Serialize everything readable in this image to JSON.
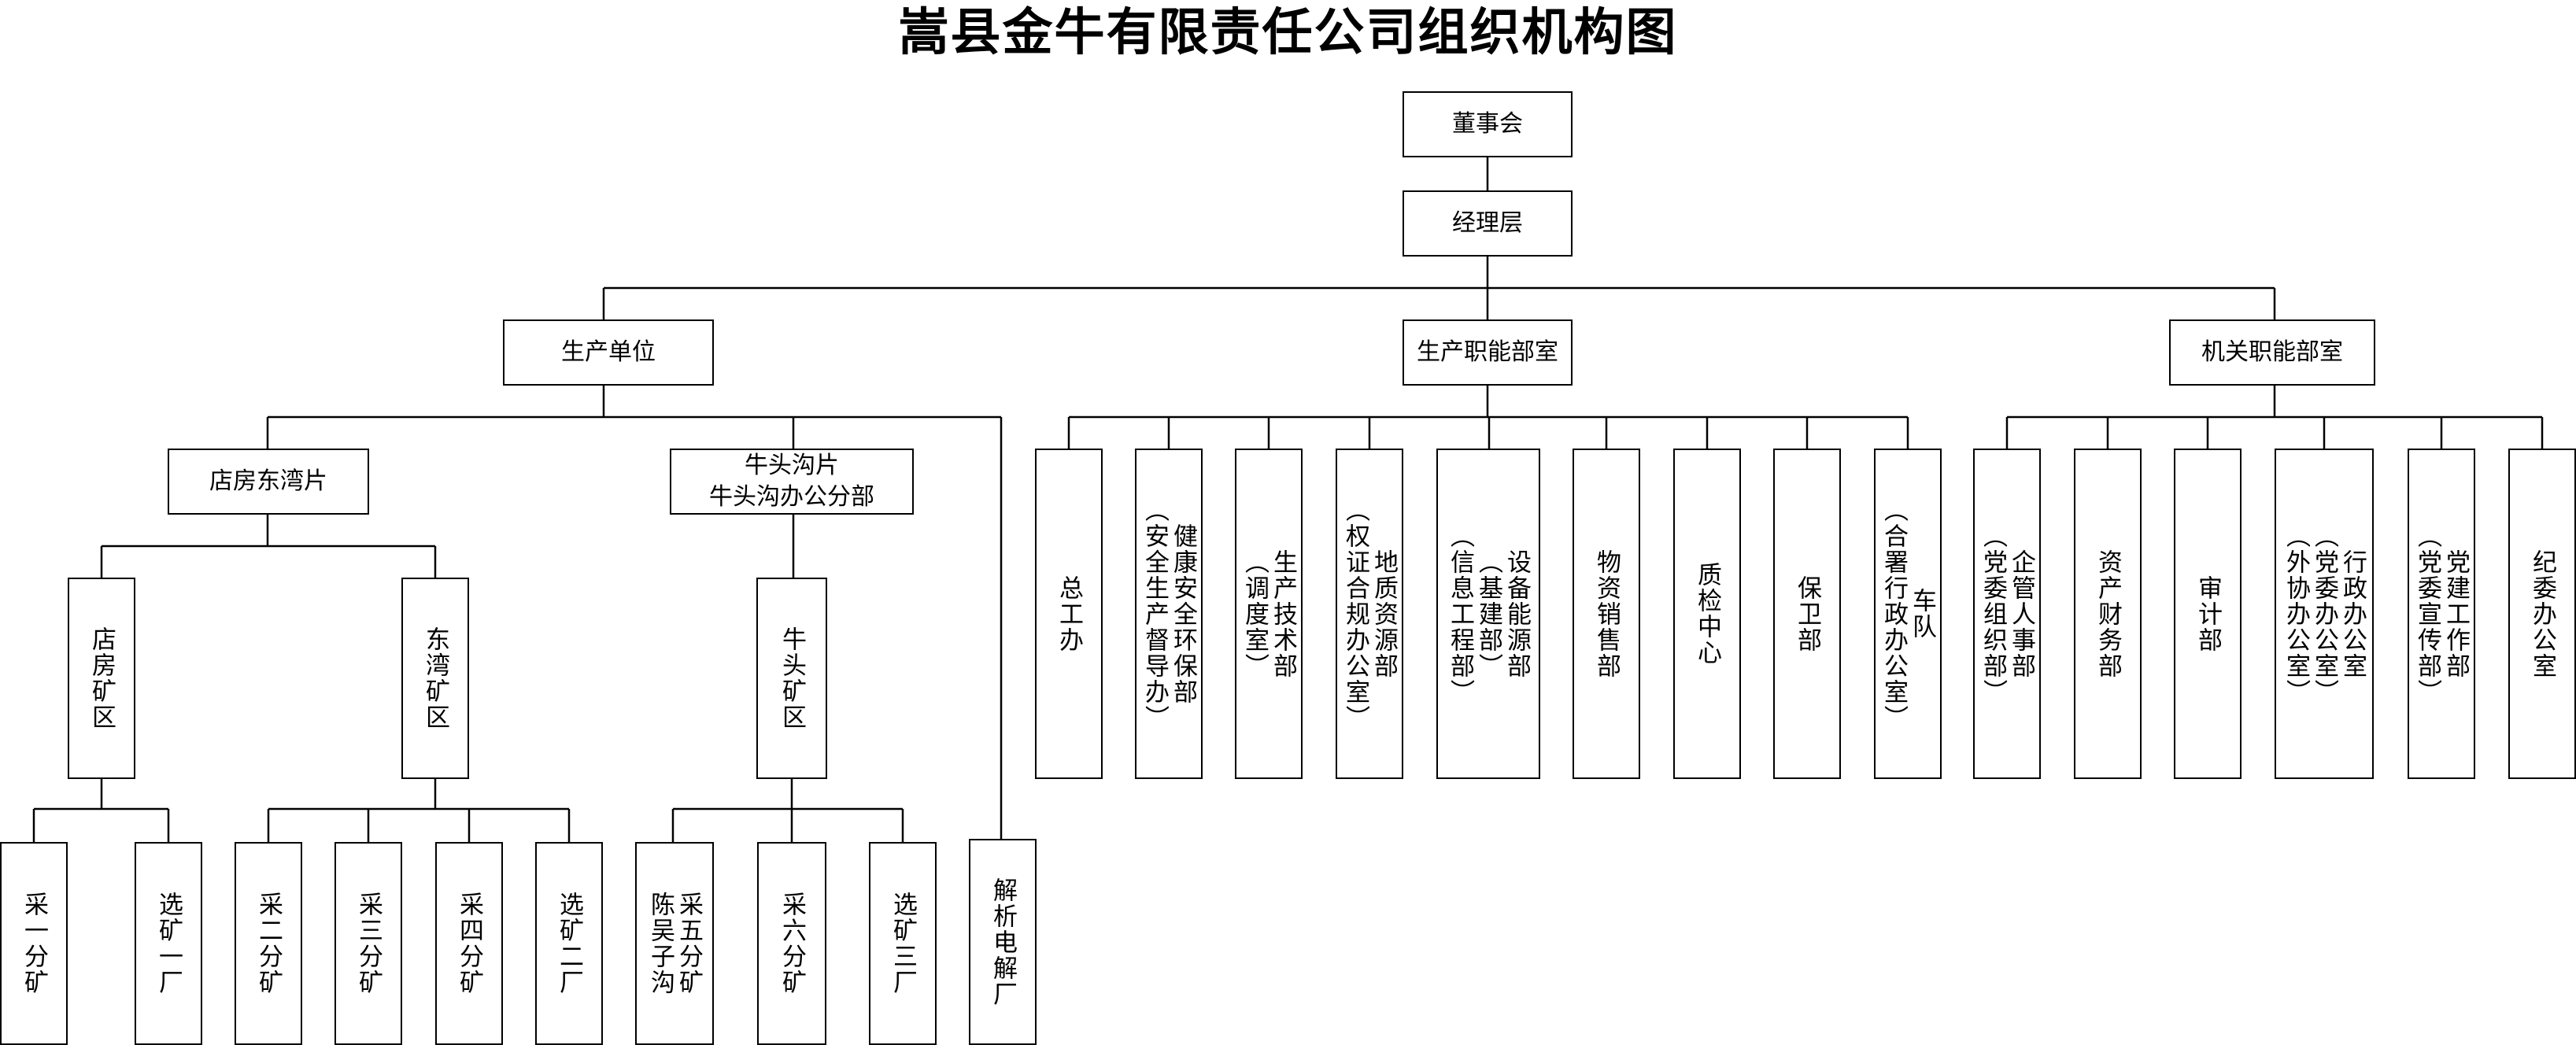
{
  "title": "嵩县金牛有限责任公司组织机构图",
  "nodes": {
    "board": "董事会",
    "mgmt": "经理层",
    "prod_units": "生产单位",
    "prod_dept": "生产职能部室",
    "org_dept": "机关职能部室",
    "dianfang_area": "店房东湾片",
    "niutou_area": "牛头沟片\n牛头沟办公分部",
    "dianfang_mine": "店房矿区",
    "dongwan_mine": "东湾矿区",
    "niutou_mine": "牛头矿区",
    "cai1": "采一分矿",
    "xuan1": "选矿一厂",
    "cai2": "采二分矿",
    "cai3": "采三分矿",
    "cai4": "采四分矿",
    "xuan2": "选矿二厂",
    "cai5": "采五分矿\n陈吴子沟",
    "cai6": "采六分矿",
    "xuan3": "选矿三厂",
    "jiexi": "解析电解厂",
    "zonggong": "总工办",
    "jiankang": "健康安全环保部\n（安全生产督导办）",
    "shengchan": "生产技术部\n（调度室）",
    "dizhi": "地质资源部\n（权证合规办公室）",
    "shebei": "设备能源部\n（基建部）\n（信息工程部）",
    "wuzi": "物资销售部",
    "zhijian": "质检中心",
    "baowei": "保卫部",
    "chedui": "车队\n（合署行政办公室）",
    "qiguan": "企管人事部\n（党委组织部）",
    "zichan": "资产财务部",
    "shenji": "审计部",
    "xingzheng": "行政办公室\n（党委办公室）\n（外协办公室）",
    "dangjian": "党建工作部\n（党委宣传部）",
    "jiwei": "纪委办公室"
  }
}
